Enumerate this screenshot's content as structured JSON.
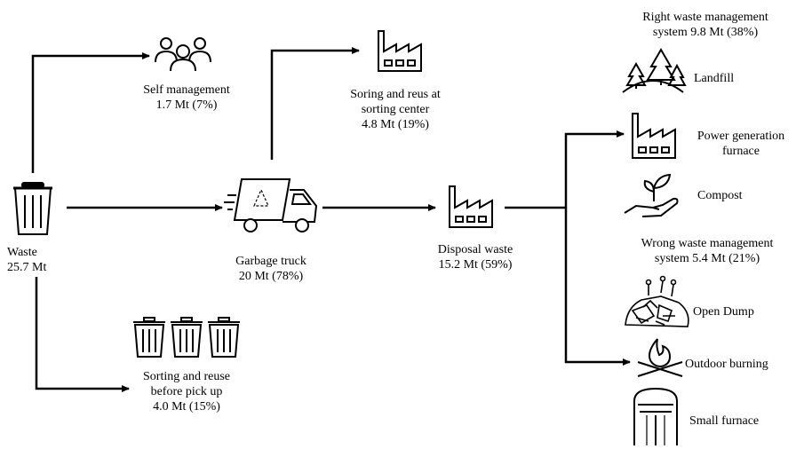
{
  "nodes": {
    "waste": {
      "line1": "Waste",
      "line2": "25.7 Mt",
      "icon": "trash-bin-icon"
    },
    "self_management": {
      "line1": "Self management",
      "line2": "1.7 Mt (7%)",
      "icon": "people-group-icon"
    },
    "sorting_before": {
      "line1": "Sorting and reuse",
      "line2": "before pick up",
      "line3": "4.0 Mt (15%)",
      "icon": "three-bins-icon"
    },
    "garbage_truck": {
      "line1": "Garbage truck",
      "line2": "20 Mt (78%)",
      "icon": "recycling-truck-icon"
    },
    "sorting_center": {
      "line1": "Soring and reus at",
      "line2": "sorting center",
      "line3": "4.8 Mt (19%)",
      "icon": "factory-icon"
    },
    "disposal": {
      "line1": "Disposal waste",
      "line2": "15.2 Mt (59%)",
      "icon": "factory-icon"
    }
  },
  "right_system": {
    "title_line1": "Right waste management",
    "title_line2": "system 9.8 Mt (38%)",
    "items": [
      {
        "label": "Landfill",
        "icon": "trees-mound-icon"
      },
      {
        "label_line1": "Power generation",
        "label_line2": "furnace",
        "icon": "factory-icon"
      },
      {
        "label": "Compost",
        "icon": "hand-sprout-icon"
      }
    ]
  },
  "wrong_system": {
    "title_line1": "Wrong waste management",
    "title_line2": "system 5.4 Mt (21%)",
    "items": [
      {
        "label": "Open Dump",
        "icon": "garbage-pile-icon"
      },
      {
        "label": "Outdoor burning",
        "icon": "campfire-icon"
      },
      {
        "label": "Small furnace",
        "icon": "silo-furnace-icon"
      }
    ]
  }
}
